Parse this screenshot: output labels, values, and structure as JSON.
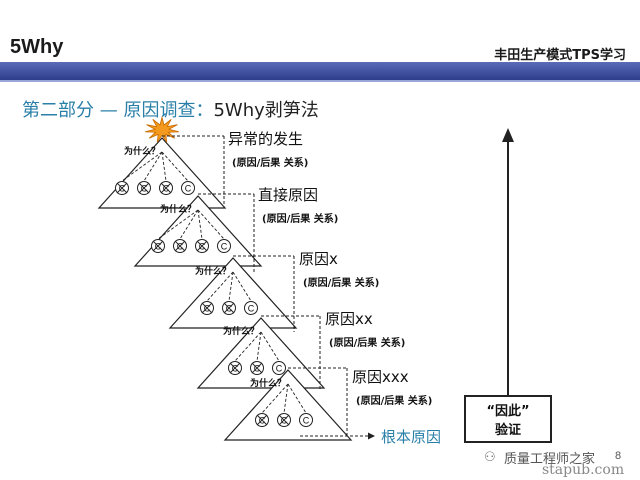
{
  "header": {
    "title": "5Why",
    "right_text": "丰田生产模式TPS学习"
  },
  "section_title": {
    "prefix": "第二部分 — 原因调查：",
    "suffix": "5Why剥笋法"
  },
  "diagram": {
    "why_label": "为什么？",
    "cause_mark": "C",
    "levels": [
      {
        "title": "异常的发生",
        "sub": "(原因/后果 关系)"
      },
      {
        "title": "直接原因",
        "sub": "(原因/后果 关系)"
      },
      {
        "title": "原因x",
        "sub": "(原因/后果 关系)"
      },
      {
        "title": "原因xx",
        "sub": "(原因/后果 关系)"
      },
      {
        "title": "原因xxx",
        "sub": "(原因/后果 关系)"
      }
    ],
    "root_cause": "根本原因",
    "verify_box": {
      "line1": "“因此”",
      "line2": "验证"
    },
    "colors": {
      "burst": "#f39a1e",
      "root_cause": "#2a7fa8",
      "line": "#222222"
    }
  },
  "watermark": {
    "cn": "质量工程师之家",
    "url": "stapub.com"
  },
  "page_number": "8"
}
